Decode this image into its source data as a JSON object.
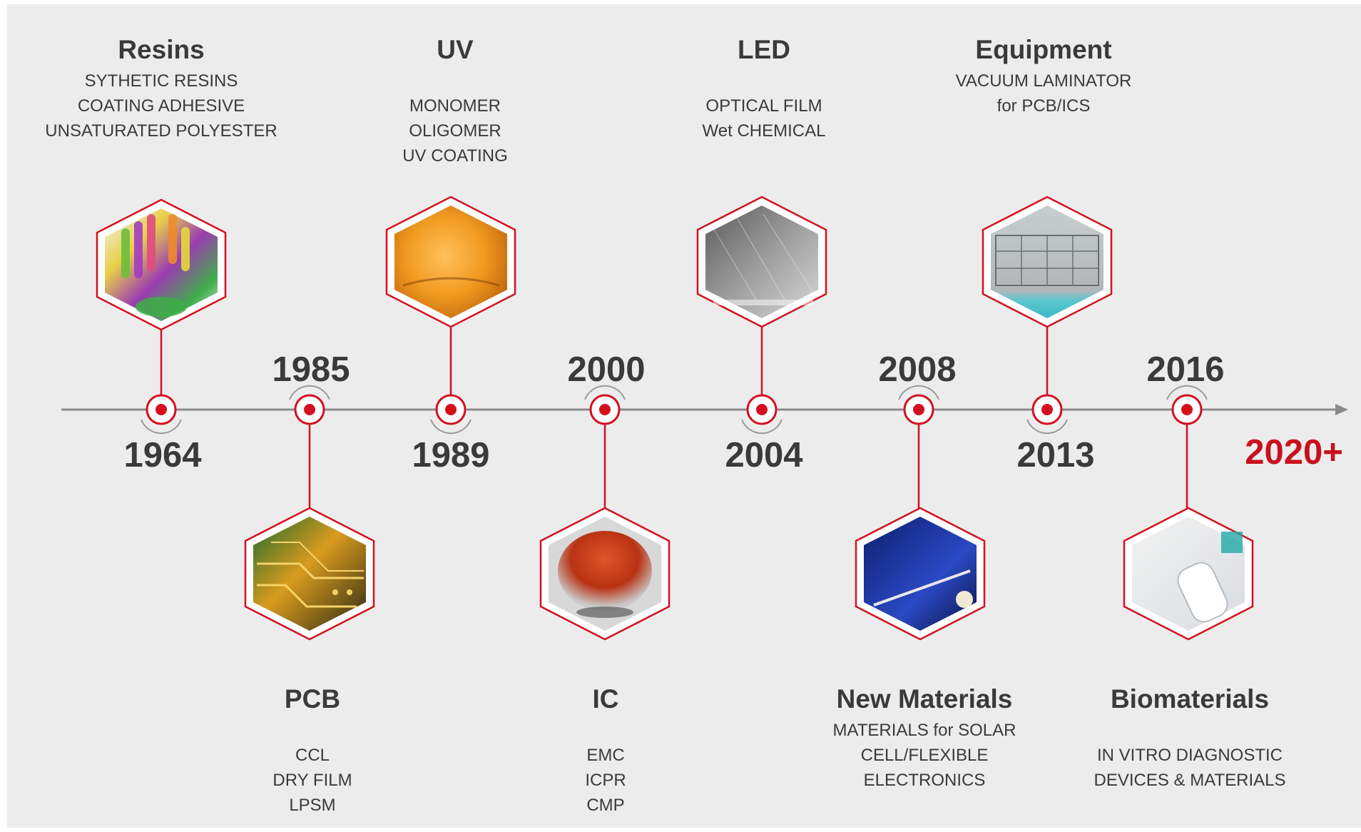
{
  "accent_color": "#d4101f",
  "text_color": "#3a3a3a",
  "line_color": "#8a8a8a",
  "years": {
    "y1964": "1964",
    "y1985": "1985",
    "y1989": "1989",
    "y2000": "2000",
    "y2004": "2004",
    "y2008": "2008",
    "y2013": "2013",
    "y2016": "2016",
    "future": "2020+"
  },
  "resins": {
    "title": "Resins",
    "lines": [
      "SYTHETIC RESINS",
      "COATING ADHESIVE",
      "UNSATURATED POLYESTER"
    ],
    "icon": "test-tubes-icon"
  },
  "uv": {
    "title": "UV",
    "lines": [
      "MONOMER",
      "OLIGOMER",
      "UV COATING"
    ],
    "icon": "uv-glow-icon"
  },
  "led": {
    "title": "LED",
    "lines": [
      "OPTICAL FILM",
      "Wet CHEMICAL"
    ],
    "icon": "led-film-icon"
  },
  "equipment": {
    "title": "Equipment",
    "lines": [
      "VACUUM LAMINATOR",
      "for PCB/ICS"
    ],
    "icon": "laminator-machine-icon"
  },
  "pcb": {
    "title": "PCB",
    "lines": [
      "CCL",
      "DRY FILM",
      "LPSM"
    ],
    "icon": "circuit-board-icon"
  },
  "ic": {
    "title": "IC",
    "lines": [
      "EMC",
      "ICPR",
      "CMP"
    ],
    "icon": "wafer-icon"
  },
  "new_materials": {
    "title": "New Materials",
    "lines": [
      "MATERIALS for SOLAR",
      "CELL/FLEXIBLE",
      "ELECTRONICS"
    ],
    "icon": "solar-cell-icon"
  },
  "biomaterials": {
    "title": "Biomaterials",
    "lines": [
      "IN VITRO DIAGNOSTIC",
      "DEVICES & MATERIALS"
    ],
    "icon": "diagnostic-test-icon"
  }
}
